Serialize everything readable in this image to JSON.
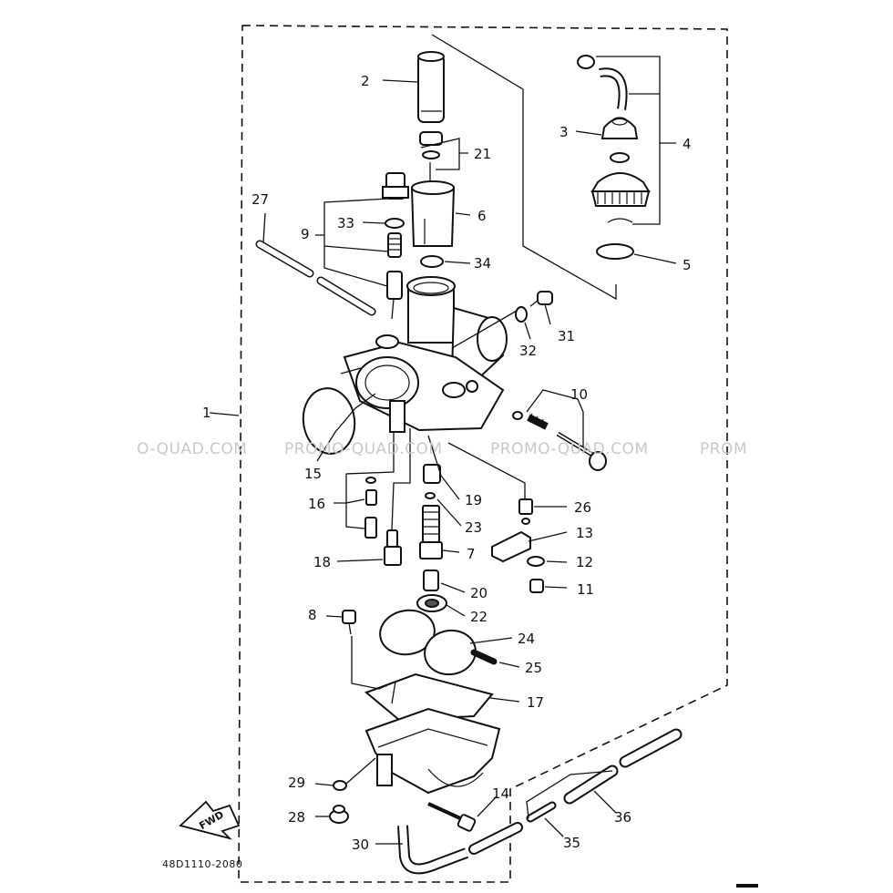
{
  "diagram_code": "48D1110-2080",
  "fwd_label": "FWD",
  "watermarks": [
    "O-QUAD.COM",
    "PROMO-QUAD.COM",
    "PROMO-QUAD.COM",
    "PROM"
  ],
  "part_labels": {
    "p1": "1",
    "p2": "2",
    "p3": "3",
    "p4": "4",
    "p5": "5",
    "p6": "6",
    "p7": "7",
    "p8": "8",
    "p9": "9",
    "p10": "10",
    "p11": "11",
    "p12": "12",
    "p13": "13",
    "p14": "14",
    "p15": "15",
    "p16": "16",
    "p17": "17",
    "p18": "18",
    "p19": "19",
    "p20": "20",
    "p21": "21",
    "p22": "22",
    "p23": "23",
    "p24": "24",
    "p25": "25",
    "p26": "26",
    "p27": "27",
    "p28": "28",
    "p29": "29",
    "p30": "30",
    "p31": "31",
    "p32": "32",
    "p33": "33",
    "p34": "34",
    "p35": "35",
    "p36": "36"
  }
}
